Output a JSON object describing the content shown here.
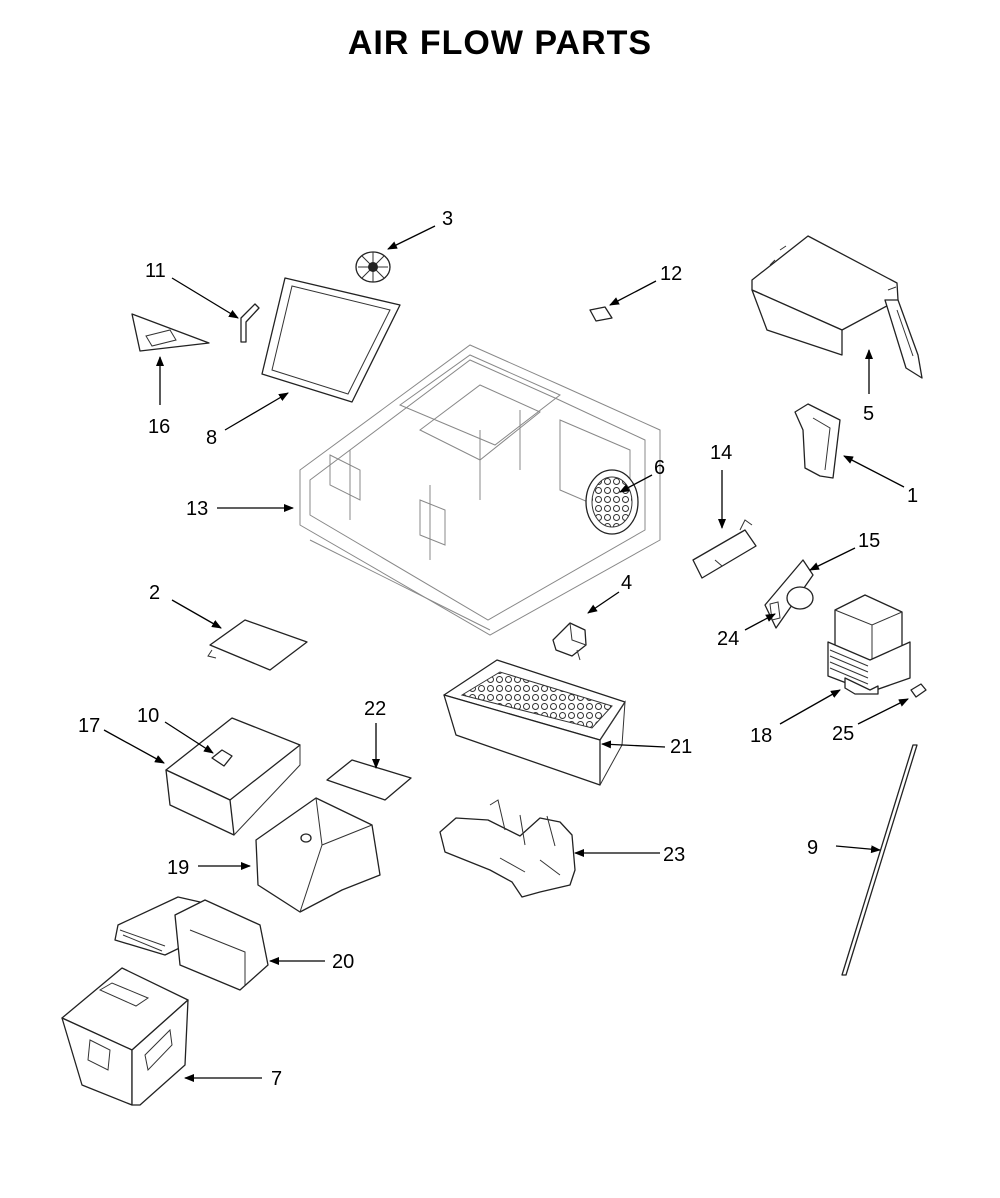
{
  "title": "AIR FLOW PARTS",
  "callouts": [
    "1",
    "2",
    "3",
    "4",
    "5",
    "6",
    "7",
    "8",
    "9",
    "10",
    "11",
    "12",
    "13",
    "14",
    "15",
    "16",
    "17",
    "18",
    "19",
    "20",
    "21",
    "22",
    "23",
    "24",
    "25"
  ],
  "parts": [
    {
      "id": "1"
    },
    {
      "id": "2"
    },
    {
      "id": "3"
    },
    {
      "id": "4"
    },
    {
      "id": "5"
    },
    {
      "id": "6"
    },
    {
      "id": "7"
    },
    {
      "id": "8"
    },
    {
      "id": "9"
    },
    {
      "id": "10"
    },
    {
      "id": "11"
    },
    {
      "id": "12"
    },
    {
      "id": "13"
    },
    {
      "id": "14"
    },
    {
      "id": "15"
    },
    {
      "id": "16"
    },
    {
      "id": "17"
    },
    {
      "id": "18"
    },
    {
      "id": "19"
    },
    {
      "id": "20"
    },
    {
      "id": "21"
    },
    {
      "id": "22"
    },
    {
      "id": "23"
    },
    {
      "id": "24"
    },
    {
      "id": "25"
    }
  ]
}
